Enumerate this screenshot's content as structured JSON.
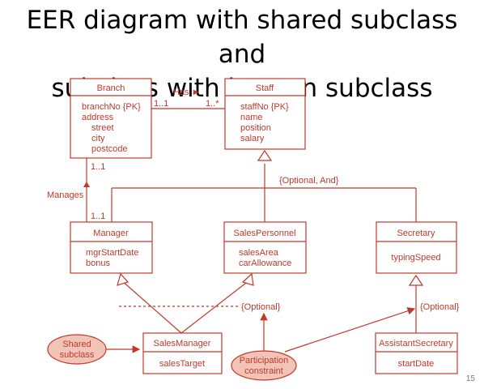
{
  "title_line1": "EER diagram with shared subclass and",
  "title_line2": "subclass with its own subclass",
  "branch": {
    "name": "Branch",
    "attrs": [
      "branchNo {PK}",
      "address",
      "street",
      "city",
      "postcode"
    ]
  },
  "staff": {
    "name": "Staff",
    "attrs": [
      "staffNo {PK}",
      "name",
      "position",
      "salary"
    ]
  },
  "manager": {
    "name": "Manager",
    "attrs": [
      "mgrStartDate",
      "bonus"
    ]
  },
  "salespersonnel": {
    "name": "SalesPersonnel",
    "attrs": [
      "salesArea",
      "carAllowance"
    ]
  },
  "secretary": {
    "name": "Secretary",
    "attrs": [
      "typingSpeed"
    ]
  },
  "salesmanager": {
    "name": "SalesManager",
    "attrs": [
      "salesTarget"
    ]
  },
  "assistantsecretary": {
    "name": "AssistantSecretary",
    "attrs": [
      "startDate"
    ]
  },
  "rel_has": "Has ►",
  "mult_branch_has": "1..1",
  "mult_staff_has": "1..*",
  "mult_branch_manages": "1..1",
  "mult_manager_manages": "1..1",
  "rel_manages": "Manages",
  "constraint_staff": "{Optional, And}",
  "constraint_salesmanager": "{Optional}",
  "constraint_assistant": "{Optional}",
  "note_shared_line1": "Shared",
  "note_shared_line2": "subclass",
  "note_participation_line1": "Participation",
  "note_participation_line2": "constraint",
  "slide_number": "15",
  "colors": {
    "accent": "#c0392b",
    "oval_fill": "#f2c4b8"
  }
}
